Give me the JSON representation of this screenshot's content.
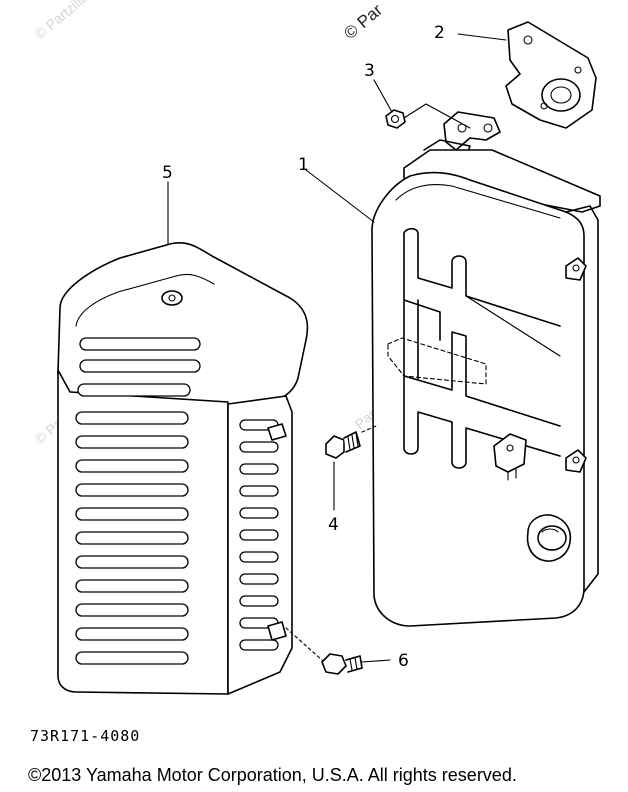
{
  "callouts": {
    "c1": "1",
    "c2": "2",
    "c3": "3",
    "c4": "4",
    "c5": "5",
    "c6": "6"
  },
  "footer": {
    "part_code": "73R171-4080",
    "copyright": "©2013  Yamaha Motor Corporation, U.S.A. All rights reserved."
  },
  "watermark": {
    "text": "© Partzilla.com",
    "top_fragment": "© Par",
    "mid_fragment": "Partzilla.com"
  },
  "colors": {
    "line": "#000000",
    "watermark": "#d4d4d4",
    "background": "#ffffff"
  }
}
